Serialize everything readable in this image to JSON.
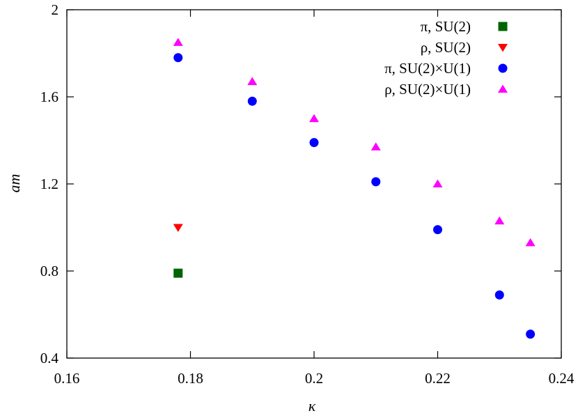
{
  "chart_data": {
    "type": "scatter",
    "xlabel": "κ",
    "ylabel": "am",
    "xlim": [
      0.16,
      0.24
    ],
    "ylim": [
      0.4,
      2.0
    ],
    "xticks": [
      0.16,
      0.18,
      0.2,
      0.22,
      0.24
    ],
    "xtick_labels": [
      "0.16",
      "0.18",
      "0.2",
      "0.22",
      "0.24"
    ],
    "yticks": [
      0.4,
      0.8,
      1.2,
      1.6,
      2.0
    ],
    "ytick_labels": [
      "0.4",
      "0.8",
      "1.2",
      "1.6",
      "2"
    ],
    "grid": false,
    "legend_position": "top-right",
    "series": [
      {
        "name": "π, SU(2)",
        "marker": "square",
        "color": "#006400",
        "points": [
          [
            0.178,
            0.79
          ]
        ]
      },
      {
        "name": "ρ, SU(2)",
        "marker": "triangle-down",
        "color": "#ff0000",
        "points": [
          [
            0.178,
            1.0
          ]
        ]
      },
      {
        "name": "π, SU(2)×U(1)",
        "marker": "circle",
        "color": "#0000ff",
        "points": [
          [
            0.178,
            1.78
          ],
          [
            0.19,
            1.58
          ],
          [
            0.2,
            1.39
          ],
          [
            0.21,
            1.21
          ],
          [
            0.22,
            0.99
          ],
          [
            0.23,
            0.69
          ],
          [
            0.235,
            0.51
          ]
        ]
      },
      {
        "name": "ρ, SU(2)×U(1)",
        "marker": "triangle-up",
        "color": "#ff00ff",
        "points": [
          [
            0.178,
            1.85
          ],
          [
            0.19,
            1.67
          ],
          [
            0.2,
            1.5
          ],
          [
            0.21,
            1.37
          ],
          [
            0.22,
            1.2
          ],
          [
            0.23,
            1.03
          ],
          [
            0.235,
            0.93
          ]
        ]
      }
    ]
  }
}
